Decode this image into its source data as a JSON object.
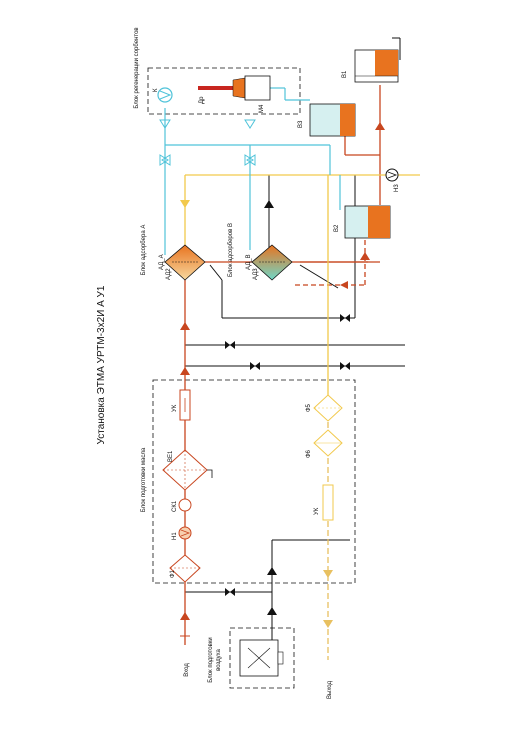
{
  "title": "Установка ЭТМА УРТМ-3x2И А У1",
  "colors": {
    "oil_line": "#c8461f",
    "fuel_line": "#f2c94c",
    "sorbent_line": "#4fc3d9",
    "black_line": "#111111",
    "tank_fill": "#e8731f",
    "tank_light": "#d6f0f0"
  },
  "blocks": {
    "oil_prep": "Блок подготовки масла",
    "adsorber_a": "Блок адсорбера А",
    "adsorber_b": "Блок адсорберов В",
    "regeneration": "Блок регенерации сорбентов",
    "air_prep_line1": "Блок подготовки",
    "air_prep_line2": "воздуха"
  },
  "labels": {
    "f1": "Ф1",
    "n1": "Н1",
    "sk1": "СК1",
    "be1": "ВЕ1",
    "uk": "УК",
    "ad_a": "АД_А",
    "ad2": "АД2",
    "ad_b": "АД_В",
    "ad3": "АД3",
    "b1": "В1",
    "b2": "В2",
    "b3": "В3",
    "k": "К",
    "dp": "Др",
    "m4": "М4",
    "n3": "Н3",
    "f5": "Ф5",
    "f6": "Ф6",
    "uk2": "УК",
    "vhod": "Вход",
    "vyhod": "Выход"
  }
}
